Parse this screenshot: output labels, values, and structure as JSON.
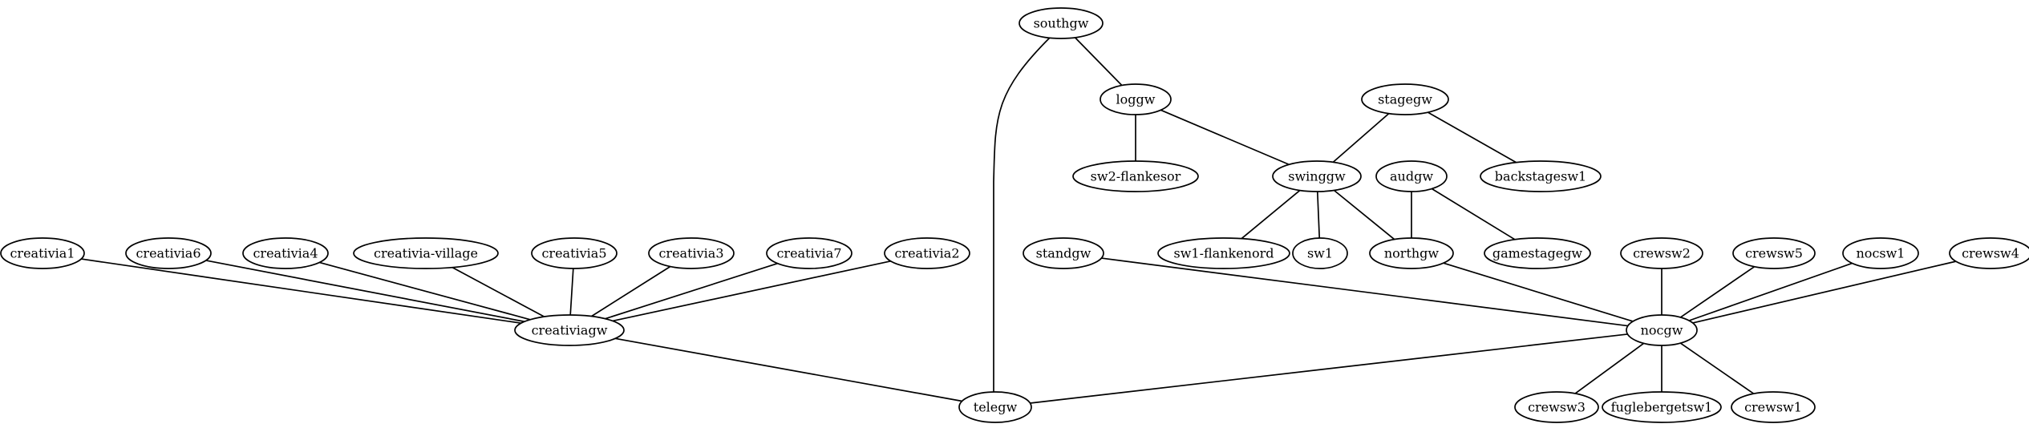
{
  "graph": {
    "nodes": [
      {
        "id": "southgw",
        "label": "southgw"
      },
      {
        "id": "loggw",
        "label": "loggw"
      },
      {
        "id": "stagegw",
        "label": "stagegw"
      },
      {
        "id": "sw2-flankesor",
        "label": "sw2-flankesor"
      },
      {
        "id": "swinggw",
        "label": "swinggw"
      },
      {
        "id": "audgw",
        "label": "audgw"
      },
      {
        "id": "backstagesw1",
        "label": "backstagesw1"
      },
      {
        "id": "creativia1",
        "label": "creativia1"
      },
      {
        "id": "creativia6",
        "label": "creativia6"
      },
      {
        "id": "creativia4",
        "label": "creativia4"
      },
      {
        "id": "creativia-village",
        "label": "creativia-village"
      },
      {
        "id": "creativia5",
        "label": "creativia5"
      },
      {
        "id": "creativia3",
        "label": "creativia3"
      },
      {
        "id": "creativia7",
        "label": "creativia7"
      },
      {
        "id": "creativia2",
        "label": "creativia2"
      },
      {
        "id": "standgw",
        "label": "standgw"
      },
      {
        "id": "sw1-flankenord",
        "label": "sw1-flankenord"
      },
      {
        "id": "sw1",
        "label": "sw1"
      },
      {
        "id": "northgw",
        "label": "northgw"
      },
      {
        "id": "gamestagegw",
        "label": "gamestagegw"
      },
      {
        "id": "crewsw2",
        "label": "crewsw2"
      },
      {
        "id": "crewsw5",
        "label": "crewsw5"
      },
      {
        "id": "nocsw1",
        "label": "nocsw1"
      },
      {
        "id": "crewsw4",
        "label": "crewsw4"
      },
      {
        "id": "creativiagw",
        "label": "creativiagw"
      },
      {
        "id": "nocgw",
        "label": "nocgw"
      },
      {
        "id": "telegw",
        "label": "telegw"
      },
      {
        "id": "crewsw3",
        "label": "crewsw3"
      },
      {
        "id": "fuglebergetsw1",
        "label": "fuglebergetsw1"
      },
      {
        "id": "crewsw1",
        "label": "crewsw1"
      }
    ],
    "edges": [
      [
        "southgw",
        "loggw"
      ],
      [
        "southgw",
        "telegw"
      ],
      [
        "loggw",
        "sw2-flankesor"
      ],
      [
        "loggw",
        "swinggw"
      ],
      [
        "stagegw",
        "swinggw"
      ],
      [
        "stagegw",
        "backstagesw1"
      ],
      [
        "swinggw",
        "sw1-flankenord"
      ],
      [
        "swinggw",
        "sw1"
      ],
      [
        "swinggw",
        "northgw"
      ],
      [
        "audgw",
        "northgw"
      ],
      [
        "audgw",
        "gamestagegw"
      ],
      [
        "creativia1",
        "creativiagw"
      ],
      [
        "creativia6",
        "creativiagw"
      ],
      [
        "creativia4",
        "creativiagw"
      ],
      [
        "creativia-village",
        "creativiagw"
      ],
      [
        "creativia5",
        "creativiagw"
      ],
      [
        "creativia3",
        "creativiagw"
      ],
      [
        "creativia7",
        "creativiagw"
      ],
      [
        "creativia2",
        "creativiagw"
      ],
      [
        "creativiagw",
        "telegw"
      ],
      [
        "standgw",
        "nocgw"
      ],
      [
        "northgw",
        "nocgw"
      ],
      [
        "crewsw2",
        "nocgw"
      ],
      [
        "crewsw5",
        "nocgw"
      ],
      [
        "nocsw1",
        "nocgw"
      ],
      [
        "crewsw4",
        "nocgw"
      ],
      [
        "nocgw",
        "telegw"
      ],
      [
        "nocgw",
        "crewsw3"
      ],
      [
        "nocgw",
        "fuglebergetsw1"
      ],
      [
        "nocgw",
        "crewsw1"
      ]
    ]
  }
}
